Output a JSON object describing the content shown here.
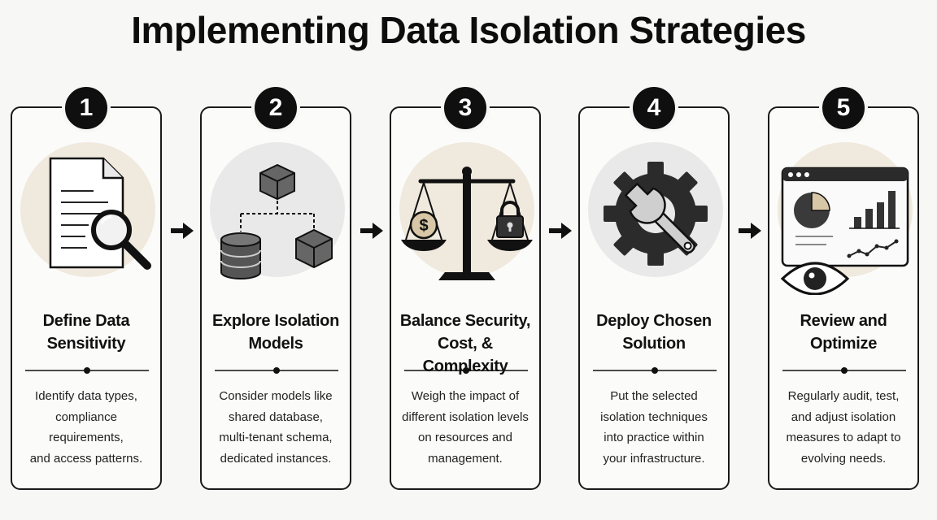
{
  "title": "Implementing Data Isolation Strategies",
  "steps": [
    {
      "number": "1",
      "heading": "Define Data\nSensitivity",
      "description": "Identify data types,\ncompliance requirements,\nand access patterns.",
      "icon": "document-magnifier-icon"
    },
    {
      "number": "2",
      "heading": "Explore Isolation\nModels",
      "description": "Consider models like\nshared database,\nmulti-tenant schema,\ndedicated instances.",
      "icon": "database-cubes-icon"
    },
    {
      "number": "3",
      "heading": "Balance Security,\nCost, & Complexity",
      "description": "Weigh the impact of\ndifferent isolation levels\non resources and\nmanagement.",
      "icon": "balance-scale-icon"
    },
    {
      "number": "4",
      "heading": "Deploy Chosen\nSolution",
      "description": "Put the selected\nisolation techniques\ninto practice within\nyour infrastructure.",
      "icon": "gear-wrench-icon"
    },
    {
      "number": "5",
      "heading": "Review and\nOptimize",
      "description": "Regularly audit, test,\nand adjust isolation\nmeasures to adapt to\nevolving needs.",
      "icon": "dashboard-eye-icon"
    }
  ],
  "colors": {
    "accent_beige": "#efe6d7",
    "accent_gray": "#e7e7e7",
    "dark": "#111111"
  }
}
